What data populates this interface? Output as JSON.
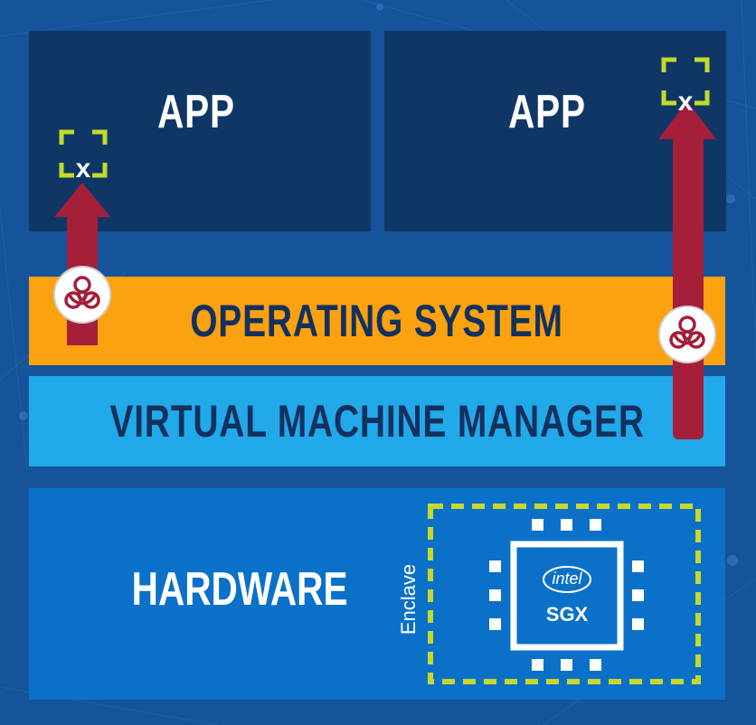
{
  "layers": {
    "app_left": "APP",
    "app_right": "APP",
    "operating_system": "OPERATING SYSTEM",
    "virtual_machine_manager": "VIRTUAL MACHINE MANAGER",
    "hardware": "HARDWARE"
  },
  "enclave": {
    "label": "Enclave",
    "chip_brand": "intel",
    "chip_name": "SGX"
  },
  "markers": {
    "blocked_symbol": "x",
    "hazard_icon": "biohazard-icon"
  },
  "colors": {
    "background": "#15549a",
    "app": "#0f3766",
    "operating_system": "#fca10f",
    "virtual_machine_manager": "#21a9ea",
    "hardware": "#0b71c8",
    "layer_text_dark": "#13315e",
    "attack_arrow": "#a51e3a",
    "enclave_border": "#c5d92c"
  }
}
